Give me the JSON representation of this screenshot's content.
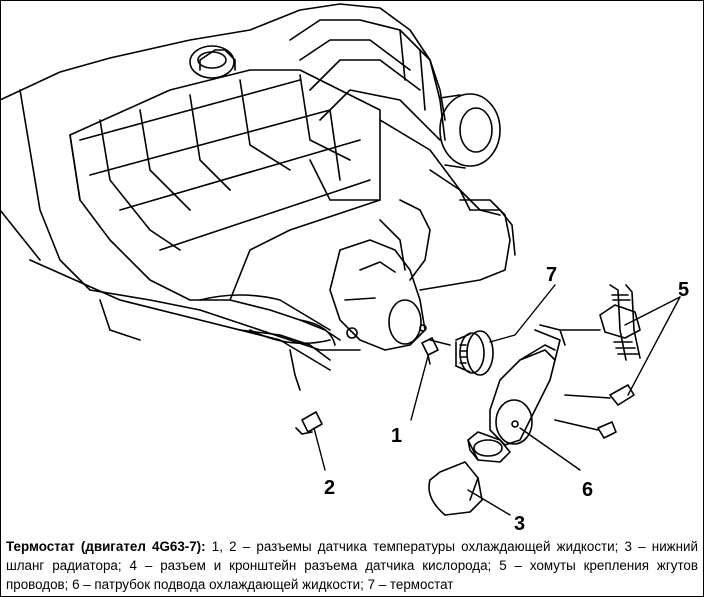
{
  "callouts": {
    "c1": "1",
    "c2": "2",
    "c3": "3",
    "c5": "5",
    "c6": "6",
    "c7": "7"
  },
  "caption": {
    "title": "Термостат (двигател 4G63-7):",
    "body": " 1, 2 – разъемы датчика температуры охлаждающей жидкости; 3 – нижний шланг радиатора; 4 – разъем и кронштейн разъема датчика кислорода; 5 – хомуты крепления жгутов проводов; 6 – патрубок подвода охлаждающей жидкости; 7 – термостат"
  },
  "colors": {
    "ink": "#000000",
    "paper": "#ffffff"
  },
  "icons": [
    "engine-illustration",
    "thermostat-illustration",
    "hose-illustration",
    "clamp-illustration"
  ]
}
